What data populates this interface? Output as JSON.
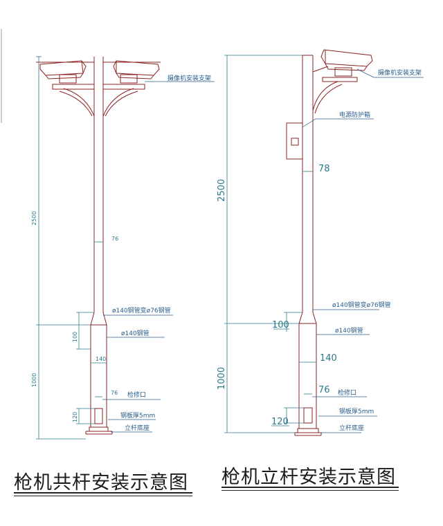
{
  "left_drawing": {
    "caption": "枪机共杆安装示意图",
    "labels": {
      "camera_bracket": "摄像机安装支架",
      "pipe_reducer": "ø140钢管变ø76钢管",
      "pipe_140": "ø140钢管",
      "access_port": "检修口",
      "plate": "钢板厚5mm",
      "base": "立杆底座"
    },
    "dims": {
      "height_upper": "2500",
      "height_lower": "1000",
      "taper": "100",
      "door": "120",
      "d76": "76",
      "d140": "140",
      "d76b": "76"
    }
  },
  "right_drawing": {
    "caption": "枪机立杆安装示意图",
    "labels": {
      "camera_bracket": "摄像机安装支架",
      "power_box": "电源防护箱",
      "pipe_reducer": "ø140钢管变ø76钢管",
      "pipe_140": "ø140钢管",
      "access_port": "检修口",
      "plate": "钢板厚5mm",
      "base": "立杆底座"
    },
    "dims": {
      "height_upper": "2500",
      "height_lower": "1000",
      "taper": "100",
      "door": "120",
      "d78": "78",
      "d140": "140",
      "d76": "76"
    }
  },
  "colors": {
    "pole": "#8b2020",
    "dimension": "#2b7a8a",
    "label": "#2a5d8a",
    "caption": "#1a1a1a"
  }
}
